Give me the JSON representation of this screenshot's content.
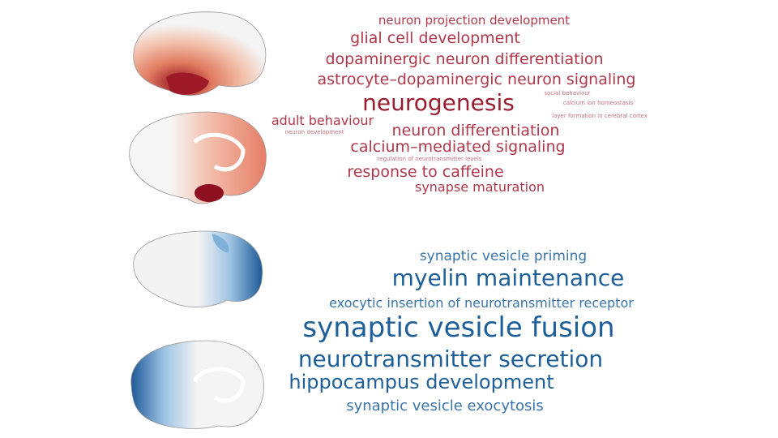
{
  "colors": {
    "red_dark": "#9b1c2e",
    "red": "#b0384a",
    "red_light": "#c4707c",
    "blue_dark": "#1f5f99",
    "blue": "#3a74a8"
  },
  "red_cloud": [
    {
      "text": "neuron projection development",
      "size": 15,
      "tone": "red"
    },
    {
      "text": "glial cell development",
      "size": 19,
      "tone": "red"
    },
    {
      "text": "dopaminergic neuron differentiation",
      "size": 19,
      "tone": "red"
    },
    {
      "text": "astrocyte–dopaminergic neuron signaling",
      "size": 19,
      "tone": "red"
    },
    {
      "text": "neurogenesis",
      "size": 28,
      "tone": "red_dark"
    },
    {
      "text": "social behaviour",
      "size": 7,
      "tone": "red_light"
    },
    {
      "text": "calcium ion homeostasis",
      "size": 7,
      "tone": "red_light"
    },
    {
      "text": "adult behaviour",
      "size": 16,
      "tone": "red"
    },
    {
      "text": "layer formation in cerebral cortex",
      "size": 7,
      "tone": "red_light"
    },
    {
      "text": "neuron development",
      "size": 7,
      "tone": "red_light"
    },
    {
      "text": "neuron differentiation",
      "size": 19,
      "tone": "red"
    },
    {
      "text": "calcium–mediated signaling",
      "size": 19,
      "tone": "red"
    },
    {
      "text": "regulation of neurotransmitter levels",
      "size": 7,
      "tone": "red_light"
    },
    {
      "text": "response to caffeine",
      "size": 19,
      "tone": "red"
    },
    {
      "text": "synapse maturation",
      "size": 16,
      "tone": "red"
    }
  ],
  "blue_cloud": [
    {
      "text": "synaptic vesicle priming",
      "size": 17,
      "tone": "blue"
    },
    {
      "text": "myelin maintenance",
      "size": 28,
      "tone": "blue_dark"
    },
    {
      "text": "exocytic insertion of neurotransmitter receptor",
      "size": 16,
      "tone": "blue"
    },
    {
      "text": "synaptic vesicle fusion",
      "size": 34,
      "tone": "blue_dark"
    },
    {
      "text": "neurotransmitter secretion",
      "size": 28,
      "tone": "blue_dark"
    },
    {
      "text": "hippocampus development",
      "size": 24,
      "tone": "blue_dark"
    },
    {
      "text": "synaptic vesicle exocytosis",
      "size": 18,
      "tone": "blue"
    }
  ]
}
